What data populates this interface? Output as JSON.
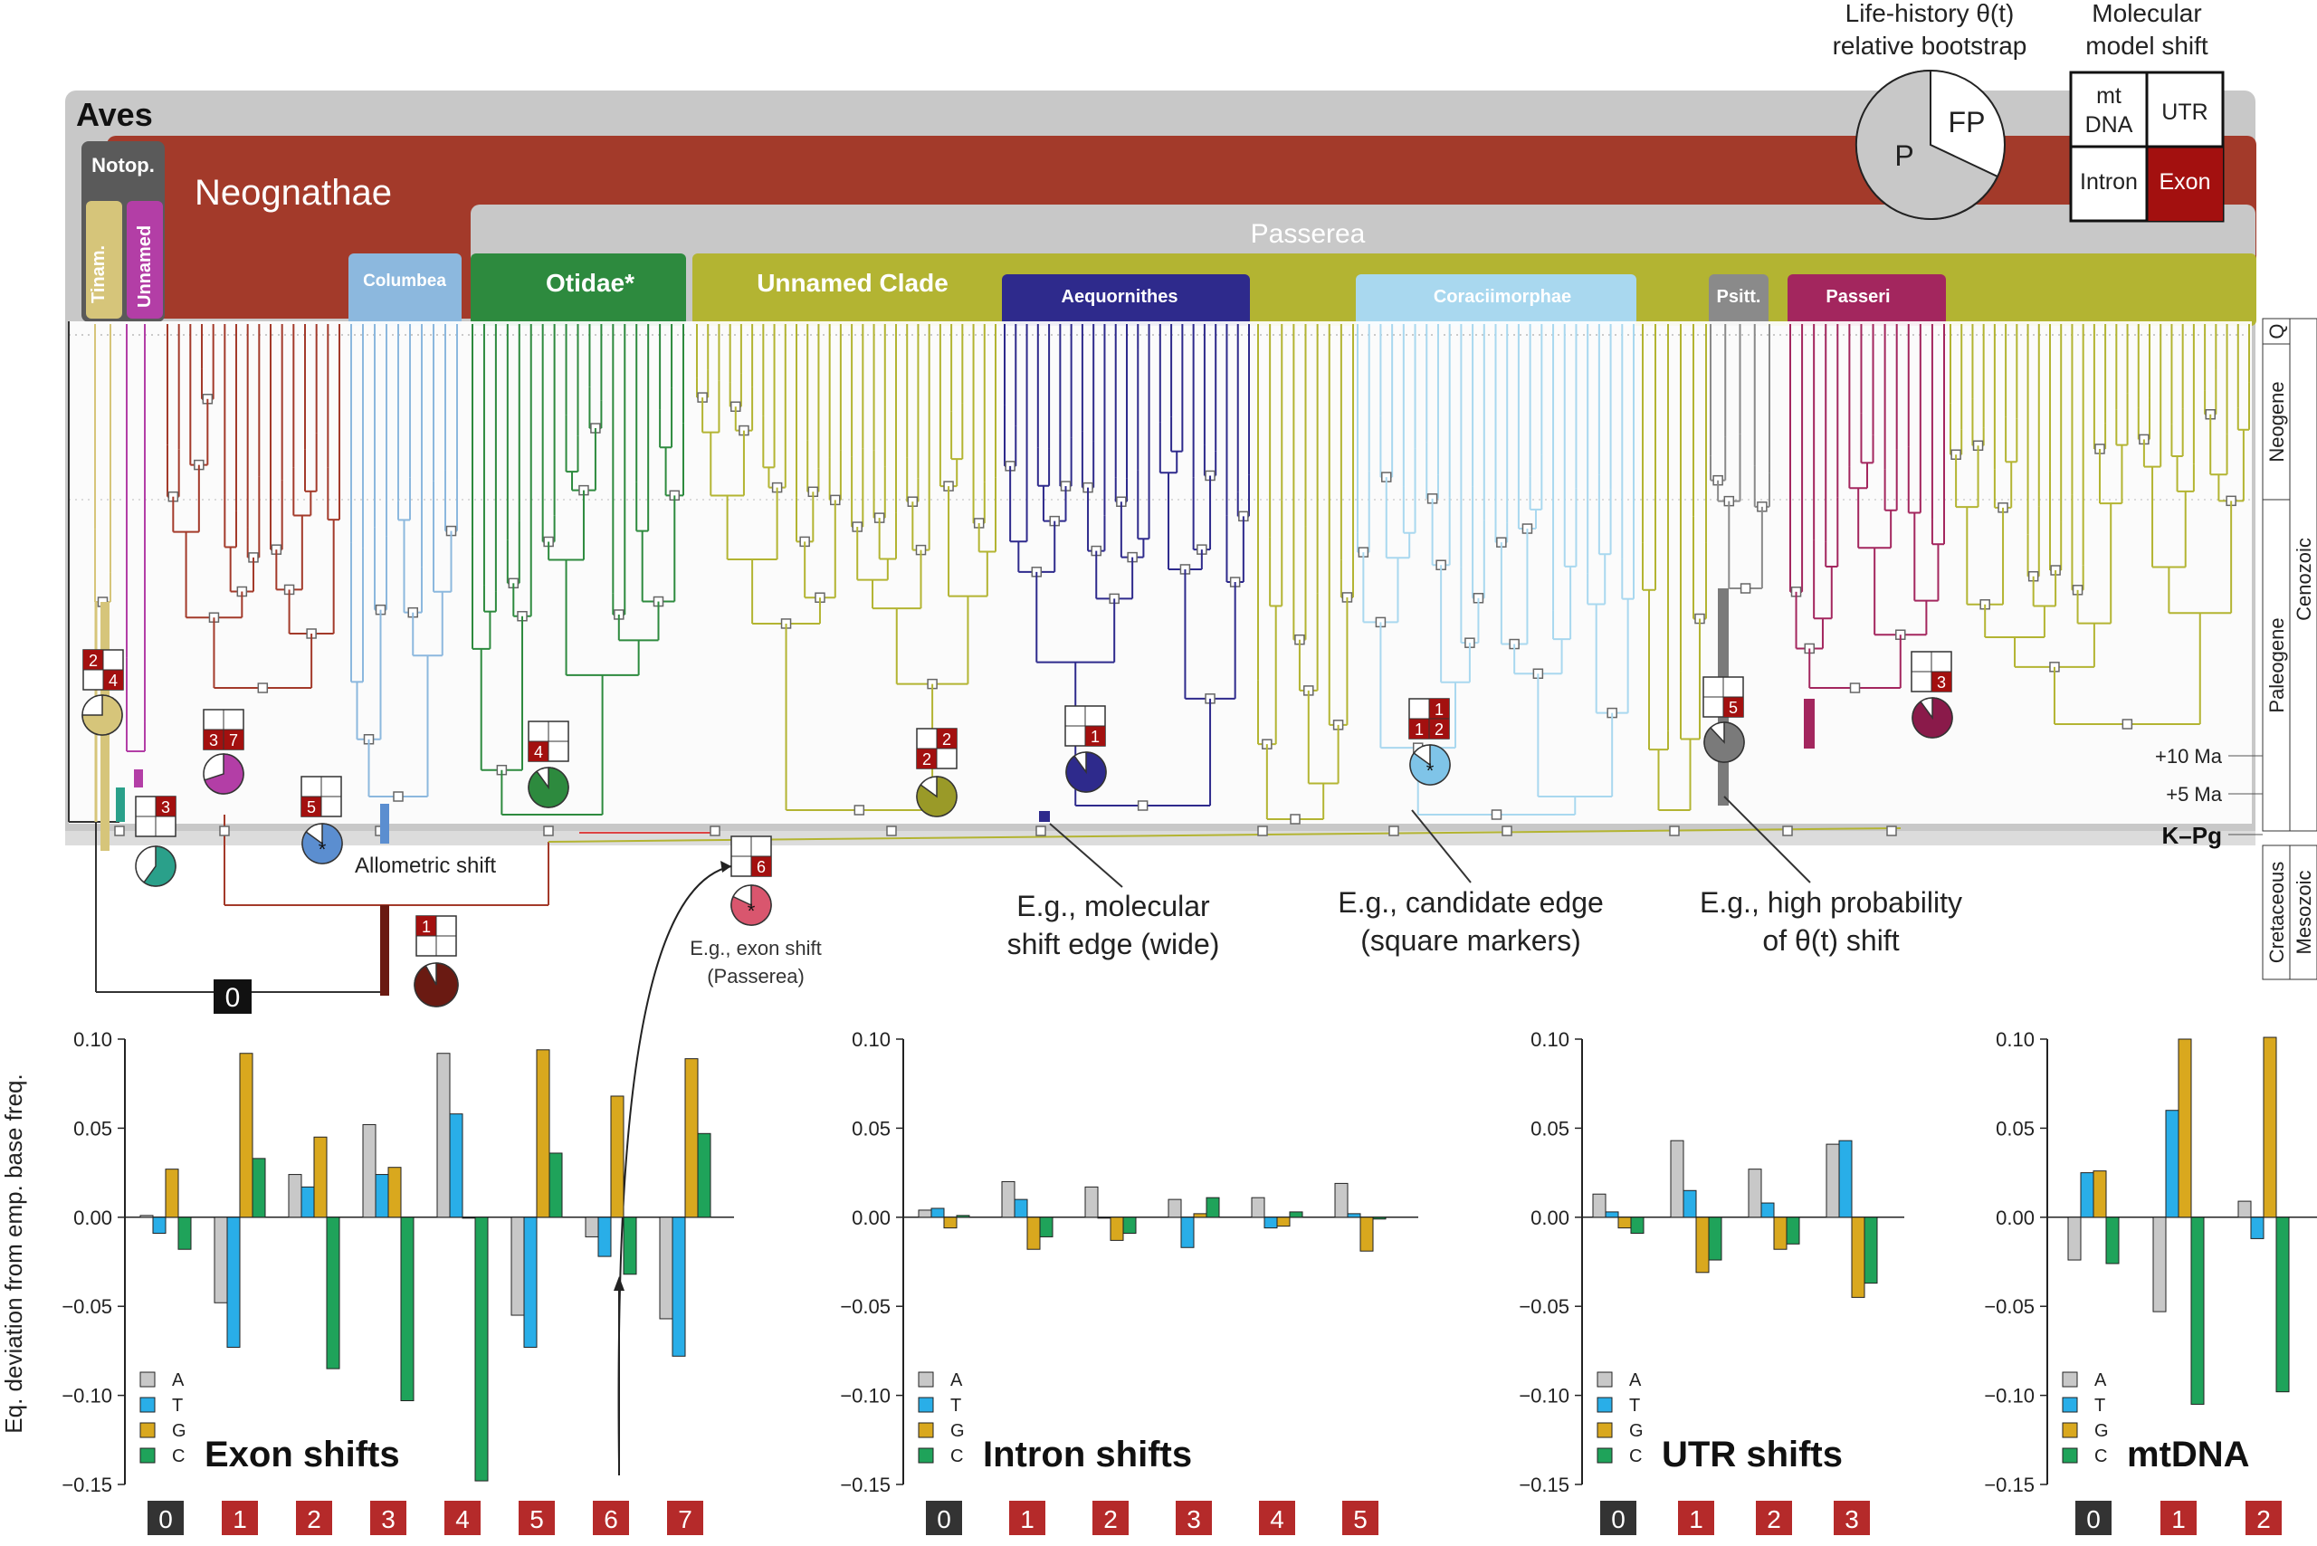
{
  "clades": {
    "aves": "Aves",
    "notop": "Notop.",
    "tinam": "Tinam.",
    "unnamed_small": "Unnamed",
    "neognathae": "Neognathae",
    "passerea": "Passerea",
    "columbea": "Columbea",
    "otidae": "Otidae*",
    "unnamed_clade": "Unnamed Clade",
    "aequornithes": "Aequornithes",
    "coraciimorphae": "Coraciimorphae",
    "psitt": "Psitt.",
    "passeri": "Passeri"
  },
  "clade_colors": {
    "aves": "#c8c8c8",
    "notop": "#5a5a5a",
    "tinam": "#d6c57a",
    "unnamed_small": "#b33ea6",
    "neognathae": "#a33a2a",
    "passerea": "#c8c8c8",
    "columbea": "#8cb8de",
    "otidae": "#2d8a3e",
    "unnamed_clade": "#b3b432",
    "aequornithes": "#2e2a8c",
    "coraciimorphae": "#a9d8ef",
    "psitt": "#8a8a8a",
    "passeri": "#a3265e"
  },
  "legend_lifehistory": {
    "title_line1": "Life-history θ(t)",
    "title_line2": "relative bootstrap",
    "p_label": "P",
    "fp_label": "FP"
  },
  "legend_molecular": {
    "title_line1": "Molecular",
    "title_line2": "model shift",
    "mt_line1": "mt",
    "mt_line2": "DNA",
    "utr": "UTR",
    "intron": "Intron",
    "exon": "Exon"
  },
  "timescale": {
    "q": "Q",
    "neogene": "Neogene",
    "paleogene": "Paleogene",
    "cenozoic": "Cenozoic",
    "cretaceous": "Cretaceous",
    "mesozoic": "Mesozoic",
    "plus10": "+10 Ma",
    "plus5": "+5 Ma",
    "kpg": "K–Pg"
  },
  "annotations": {
    "allometric": "Allometric shift",
    "exon_shift_l1": "E.g., exon shift",
    "exon_shift_l2": "(Passerea)",
    "molecular_l1": "E.g., molecular",
    "molecular_l2": "shift edge (wide)",
    "candidate_l1": "E.g., candidate edge",
    "candidate_l2": "(square markers)",
    "highprob_l1": "E.g., high probability",
    "highprob_l2": "of θ(t) shift",
    "root_shift": "0"
  },
  "markers": {
    "tinam_a": "2",
    "tinam_b": "4",
    "notop": "3",
    "neo_a": "3",
    "neo_b": "7",
    "columbea": "5",
    "otidae": "4",
    "root": "1",
    "passerea": "6",
    "unnamed_a": "2",
    "unnamed_b": "2",
    "aequor": "1",
    "corac_a": "1",
    "corac_b": "1",
    "corac_c": "2",
    "psitt": "5",
    "passeri": "3"
  },
  "chart_axis": {
    "ylabel": "Eq. deviation from emp. base freq.",
    "ticks": [
      "0.10",
      "0.05",
      "0.00",
      "−0.05",
      "−0.10",
      "−0.15"
    ],
    "legend": [
      "A",
      "T",
      "G",
      "C"
    ]
  },
  "chart_data": [
    {
      "type": "bar",
      "title": "Exon shifts",
      "categories": [
        "0",
        "1",
        "2",
        "3",
        "4",
        "5",
        "6",
        "7"
      ],
      "ylim": [
        -0.15,
        0.1
      ],
      "ylabel": "Eq. deviation from emp. base freq.",
      "series": [
        {
          "name": "A",
          "color": "#c8c8c8",
          "values": [
            0.001,
            -0.048,
            0.024,
            0.052,
            0.092,
            -0.055,
            -0.011,
            -0.057
          ]
        },
        {
          "name": "T",
          "color": "#29aee8",
          "values": [
            -0.009,
            -0.073,
            0.017,
            0.024,
            0.058,
            -0.073,
            -0.022,
            -0.078
          ]
        },
        {
          "name": "G",
          "color": "#d9a81e",
          "values": [
            0.027,
            0.092,
            0.045,
            0.028,
            0.0,
            0.094,
            0.068,
            0.089
          ]
        },
        {
          "name": "C",
          "color": "#1fa35a",
          "values": [
            -0.018,
            0.033,
            -0.085,
            -0.103,
            -0.148,
            0.036,
            -0.032,
            0.047
          ]
        }
      ]
    },
    {
      "type": "bar",
      "title": "Intron shifts",
      "categories": [
        "0",
        "1",
        "2",
        "3",
        "4",
        "5"
      ],
      "ylim": [
        -0.15,
        0.1
      ],
      "series": [
        {
          "name": "A",
          "color": "#c8c8c8",
          "values": [
            0.004,
            0.02,
            0.017,
            0.01,
            0.011,
            0.019
          ]
        },
        {
          "name": "T",
          "color": "#29aee8",
          "values": [
            0.005,
            0.01,
            0.0,
            -0.017,
            -0.006,
            0.002
          ]
        },
        {
          "name": "G",
          "color": "#d9a81e",
          "values": [
            -0.006,
            -0.018,
            -0.013,
            0.002,
            -0.005,
            -0.019
          ]
        },
        {
          "name": "C",
          "color": "#1fa35a",
          "values": [
            0.001,
            -0.011,
            -0.009,
            0.011,
            0.003,
            -0.001
          ]
        }
      ]
    },
    {
      "type": "bar",
      "title": "UTR shifts",
      "categories": [
        "0",
        "1",
        "2",
        "3"
      ],
      "ylim": [
        -0.15,
        0.1
      ],
      "series": [
        {
          "name": "A",
          "color": "#c8c8c8",
          "values": [
            0.013,
            0.043,
            0.027,
            0.041
          ]
        },
        {
          "name": "T",
          "color": "#29aee8",
          "values": [
            0.003,
            0.015,
            0.008,
            0.043
          ]
        },
        {
          "name": "G",
          "color": "#d9a81e",
          "values": [
            -0.006,
            -0.031,
            -0.018,
            -0.045
          ]
        },
        {
          "name": "C",
          "color": "#1fa35a",
          "values": [
            -0.009,
            -0.024,
            -0.015,
            -0.037
          ]
        }
      ]
    },
    {
      "type": "bar",
      "title": "mtDNA",
      "categories": [
        "0",
        "1",
        "2"
      ],
      "ylim": [
        -0.15,
        0.1
      ],
      "series": [
        {
          "name": "A",
          "color": "#c8c8c8",
          "values": [
            -0.024,
            -0.053,
            0.009
          ]
        },
        {
          "name": "T",
          "color": "#29aee8",
          "values": [
            0.025,
            0.06,
            -0.012
          ]
        },
        {
          "name": "G",
          "color": "#d9a81e",
          "values": [
            0.026,
            0.1,
            0.101
          ]
        },
        {
          "name": "C",
          "color": "#1fa35a",
          "values": [
            -0.026,
            -0.105,
            -0.098
          ]
        }
      ]
    }
  ]
}
